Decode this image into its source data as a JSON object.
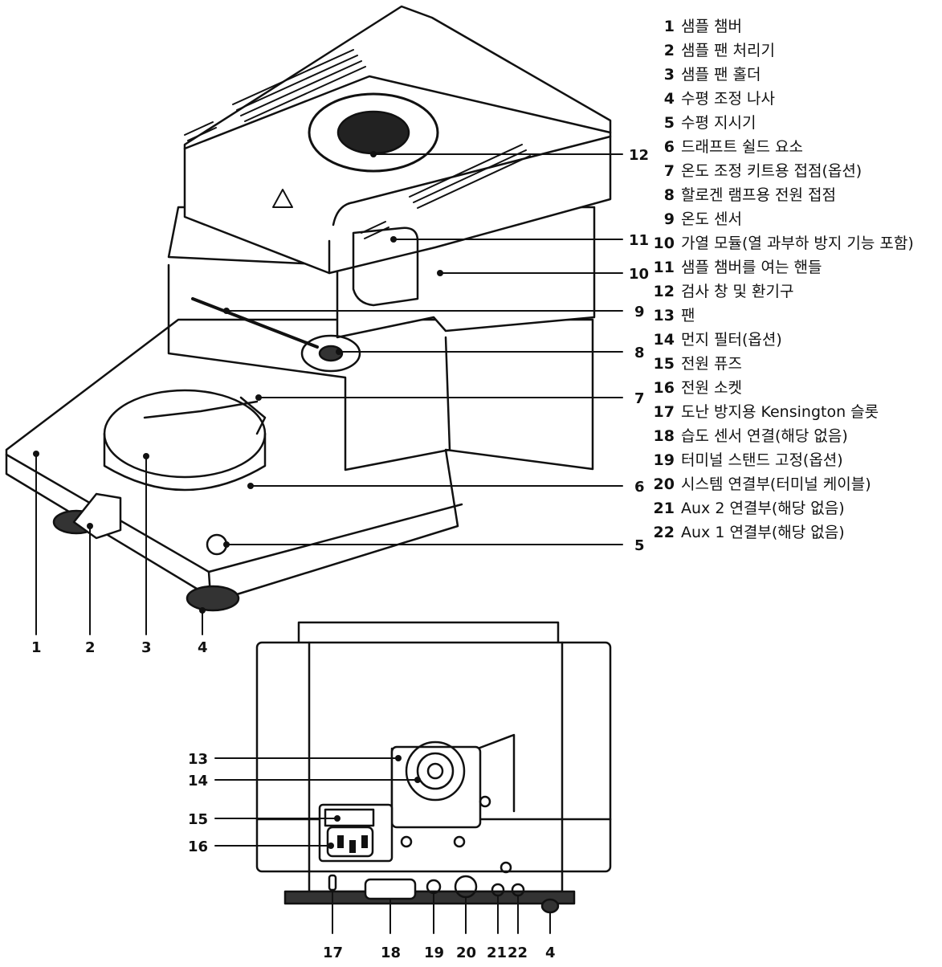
{
  "legend": [
    {
      "num": "1",
      "text": "샘플 챔버"
    },
    {
      "num": "2",
      "text": "샘플 팬 처리기"
    },
    {
      "num": "3",
      "text": "샘플 팬 홀더"
    },
    {
      "num": "4",
      "text": "수평 조정 나사"
    },
    {
      "num": "5",
      "text": "수평 지시기"
    },
    {
      "num": "6",
      "text": "드래프트 쉴드 요소"
    },
    {
      "num": "7",
      "text": "온도 조정 키트용 접점(옵션)"
    },
    {
      "num": "8",
      "text": "할로겐 램프용 전원 접점"
    },
    {
      "num": "9",
      "text": "온도 센서"
    },
    {
      "num": "10",
      "text": "가열 모듈(열 과부하 방지 기능 포함)"
    },
    {
      "num": "11",
      "text": "샘플 챔버를 여는 핸들"
    },
    {
      "num": "12",
      "text": "검사 창 및 환기구"
    },
    {
      "num": "13",
      "text": "팬"
    },
    {
      "num": "14",
      "text": "먼지 필터(옵션)"
    },
    {
      "num": "15",
      "text": "전원 퓨즈"
    },
    {
      "num": "16",
      "text": "전원 소켓"
    },
    {
      "num": "17",
      "text": "도난 방지용 Kensington 슬롯"
    },
    {
      "num": "18",
      "text": "습도 센서 연결(해당 없음)"
    },
    {
      "num": "19",
      "text": "터미널 스탠드 고정(옵션)"
    },
    {
      "num": "20",
      "text": "시스템 연결부(터미널 케이블)"
    },
    {
      "num": "21",
      "text": "Aux 2 연결부(해당 없음)"
    },
    {
      "num": "22",
      "text": "Aux 1 연결부(해당 없음)"
    }
  ],
  "front_callouts": [
    "12",
    "11",
    "10",
    "9",
    "8",
    "7",
    "6",
    "5"
  ],
  "bottom_callouts": [
    "1",
    "2",
    "3",
    "4"
  ],
  "rear_left_callouts": [
    "13",
    "14",
    "15",
    "16"
  ],
  "rear_bottom_callouts": [
    "17",
    "18",
    "19",
    "20",
    "21",
    "22",
    "4"
  ]
}
